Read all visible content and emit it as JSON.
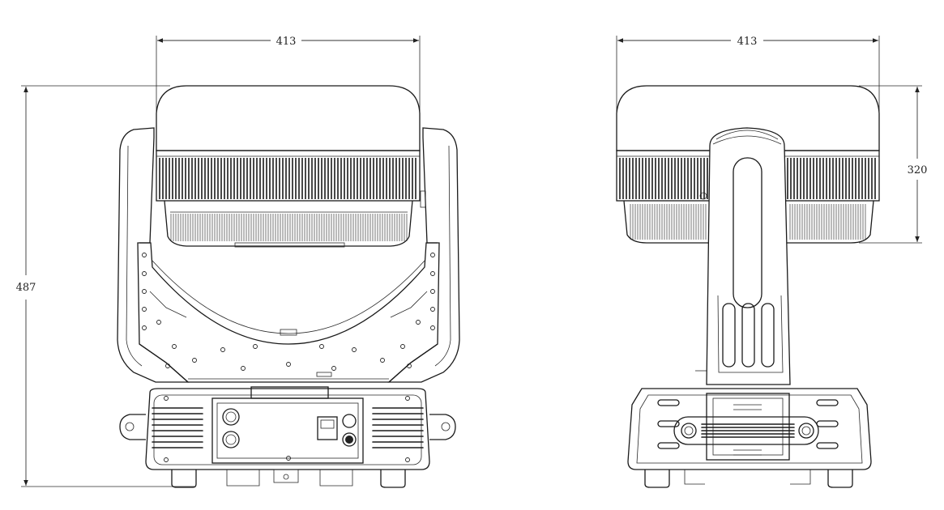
{
  "dimensions": {
    "front_width": "413",
    "front_height": "487",
    "side_width": "413",
    "side_head_height": "320"
  },
  "colors": {
    "line": "#1a1a1a",
    "background": "#ffffff"
  }
}
